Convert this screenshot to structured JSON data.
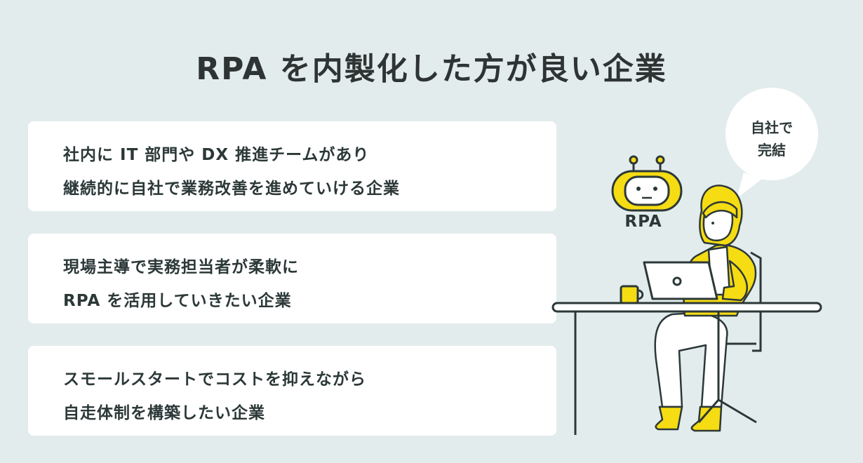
{
  "title": "RPA を内製化した方が良い企業",
  "cards": [
    {
      "lines": [
        "社内に IT 部門や DX 推進チームがあり",
        "継続的に自社で業務改善を進めていける企業"
      ]
    },
    {
      "lines": [
        "現場主導で実務担当者が柔軟に",
        "RPA を活用していきたい企業"
      ]
    },
    {
      "lines": [
        "スモールスタートでコストを抑えながら",
        "自走体制を構築したい企業"
      ]
    }
  ],
  "bubble": {
    "lines": [
      "自社で",
      "完結"
    ]
  },
  "robot": {
    "label": "RPA"
  },
  "colors": {
    "background": "#e3ecec",
    "card": "#ffffff",
    "accent_yellow": "#f5dc13",
    "ink": "#2c3838"
  },
  "icons": [
    "speech-bubble-icon",
    "robot-icon",
    "woman-at-laptop-illustration",
    "mug-icon",
    "laptop-icon"
  ]
}
